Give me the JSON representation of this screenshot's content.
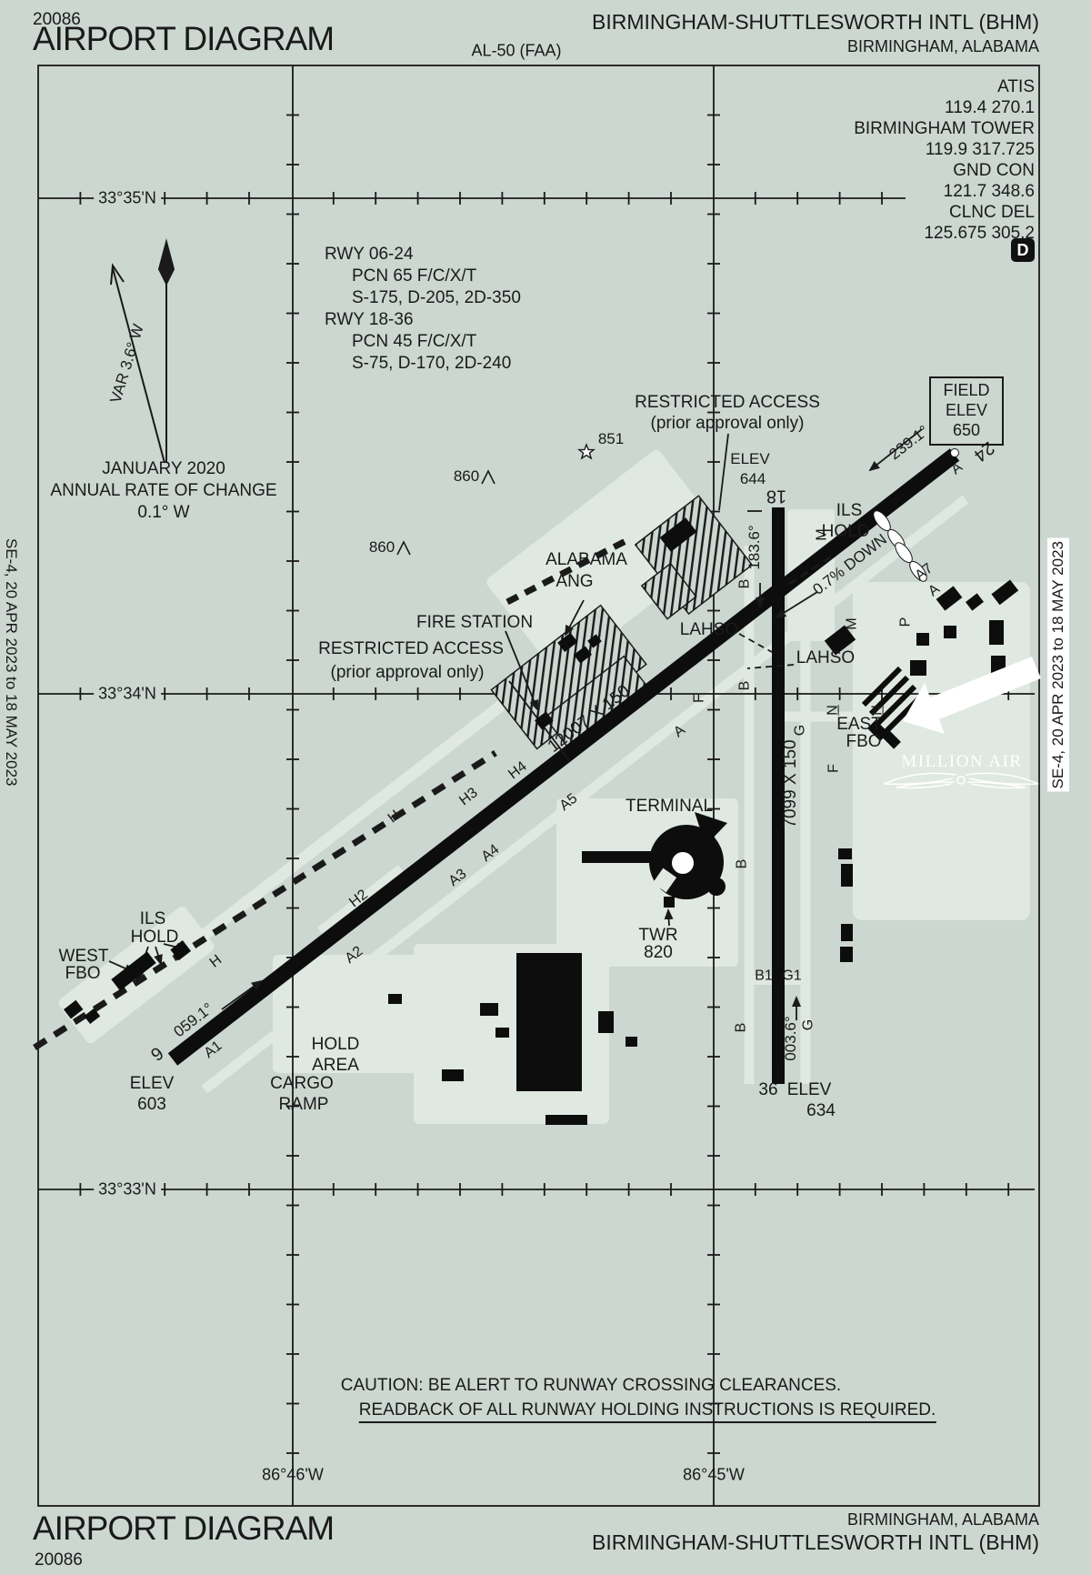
{
  "header": {
    "chart_no": "20086",
    "title": "AIRPORT DIAGRAM",
    "proc": "AL-50 (FAA)",
    "airport": "BIRMINGHAM-SHUTTLESWORTH INTL (BHM)",
    "city": "BIRMINGHAM, ALABAMA"
  },
  "footer": {
    "title": "AIRPORT DIAGRAM",
    "chart_no": "20086",
    "airport": "BIRMINGHAM-SHUTTLESWORTH INTL (BHM)",
    "city": "BIRMINGHAM, ALABAMA"
  },
  "edge_note": "SE-4, 20 APR 2023 to 18 MAY 2023",
  "freqs": {
    "atis_label": "ATIS",
    "atis": "119.4 270.1",
    "twr_label": "BIRMINGHAM TOWER",
    "twr": "119.9 317.725",
    "gnd_label": "GND CON",
    "gnd": "121.7 348.6",
    "clnc_label": "CLNC DEL",
    "clnc": "125.675 305.2"
  },
  "notam": "D",
  "compass": {
    "var": "VAR 3.6° W",
    "date": "JANUARY 2020",
    "rate_label": "ANNUAL RATE OF CHANGE",
    "rate": "0.1° W"
  },
  "rwy_info": {
    "r1": "RWY 06-24",
    "r1_pcn": "PCN 65 F/C/X/T",
    "r1_s": "S-175, D-205, 2D-350",
    "r2": "RWY 18-36",
    "r2_pcn": "PCN 45 F/C/X/T",
    "r2_s": "S-75, D-170, 2D-240"
  },
  "field_elev": {
    "l1": "FIELD",
    "l2": "ELEV",
    "l3": "650"
  },
  "grid": {
    "lat35": "33°35'N",
    "lat34": "33°34'N",
    "lat33": "33°33'N",
    "lon46": "86°46'W",
    "lon45": "86°45'W"
  },
  "labels": {
    "restricted": "RESTRICTED ACCESS",
    "prior": "(prior approval only)",
    "obst851": "851",
    "obst860": "860",
    "alabama": "ALABAMA",
    "ang": "ANG",
    "fire": "FIRE STATION",
    "elev": "ELEV",
    "elev644": "644",
    "elev603": "603",
    "elev634": "634",
    "ils": "ILS",
    "hold": "HOLD",
    "lahso": "LAHSO",
    "grade": "0.7% DOWN",
    "east": "EAST",
    "west": "WEST",
    "fbo": "FBO",
    "terminal": "TERMINAL",
    "twr": "TWR",
    "twr_elev": "820",
    "hold_area1": "HOLD",
    "hold_area2": "AREA",
    "cargo": "CARGO",
    "ramp": "RAMP",
    "million": "MILLION AIR"
  },
  "headings": {
    "h239": "239.1°",
    "h183": "183.6°",
    "h059": "059.1°",
    "h003": "003.6°"
  },
  "rwy_dims": {
    "d0624": "12007 X 150",
    "d1836": "7099 X 150"
  },
  "rwy_nums": {
    "n6": "6",
    "n24": "24",
    "n18": "18",
    "n36": "36"
  },
  "taxiways": {
    "a": "A",
    "a1": "A1",
    "a2": "A2",
    "a3": "A3",
    "a4": "A4",
    "a5": "A5",
    "a7": "A7",
    "b": "B",
    "b1": "B1",
    "f": "F",
    "g": "G",
    "g1": "G1",
    "h": "H",
    "h2": "H2",
    "h3": "H3",
    "h4": "H4",
    "m": "M",
    "n": "N",
    "p": "P"
  },
  "caution": {
    "l1": "CAUTION: BE ALERT TO RUNWAY CROSSING CLEARANCES.",
    "l2": "READBACK OF ALL RUNWAY HOLDING INSTRUCTIONS IS REQUIRED."
  },
  "colors": {
    "bg": "#cbd7d0",
    "apron": "#dfe8e1",
    "ink": "#1a1a1a"
  }
}
